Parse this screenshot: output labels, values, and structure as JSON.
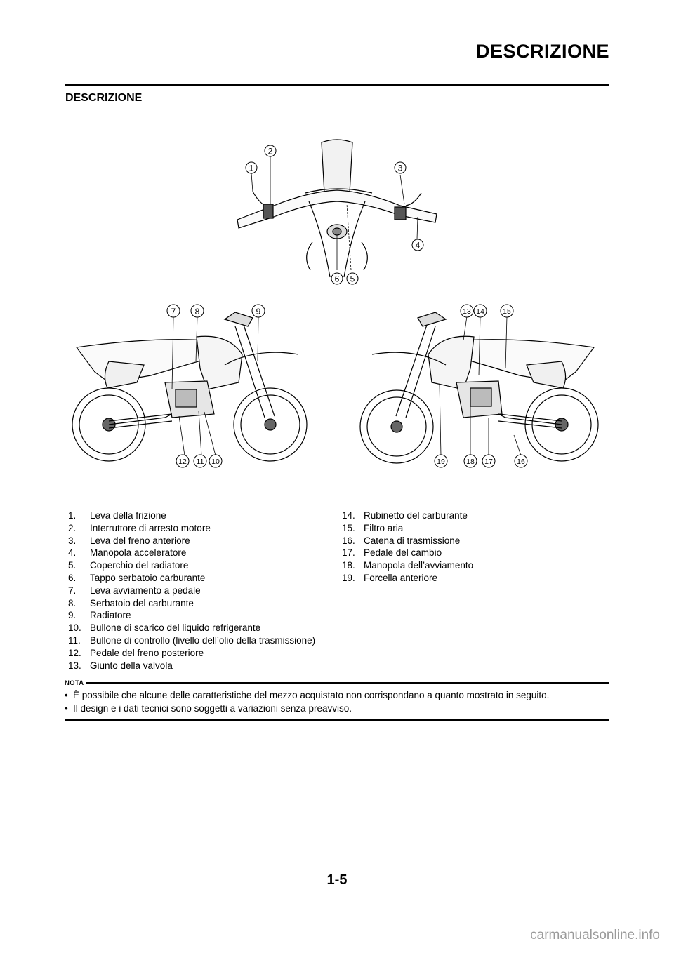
{
  "header": {
    "title": "DESCRIZIONE"
  },
  "section": {
    "title": "DESCRIZIONE"
  },
  "callouts": {
    "top": [
      "1",
      "2",
      "3",
      "4",
      "5",
      "6"
    ],
    "left": [
      "7",
      "8",
      "9",
      "10",
      "11",
      "12"
    ],
    "right": [
      "13",
      "14",
      "15",
      "16",
      "17",
      "18",
      "19"
    ]
  },
  "legend": {
    "left": [
      {
        "num": "1.",
        "label": "Leva della frizione"
      },
      {
        "num": "2.",
        "label": "Interruttore di arresto motore"
      },
      {
        "num": "3.",
        "label": "Leva del freno anteriore"
      },
      {
        "num": "4.",
        "label": "Manopola acceleratore"
      },
      {
        "num": "5.",
        "label": "Coperchio del radiatore"
      },
      {
        "num": "6.",
        "label": "Tappo serbatoio carburante"
      },
      {
        "num": "7.",
        "label": "Leva avviamento a pedale"
      },
      {
        "num": "8.",
        "label": "Serbatoio del carburante"
      },
      {
        "num": "9.",
        "label": "Radiatore"
      },
      {
        "num": "10.",
        "label": "Bullone di scarico del liquido refrigerante"
      },
      {
        "num": "11.",
        "label": "Bullone di controllo (livello dell’olio della trasmissione)"
      },
      {
        "num": "12.",
        "label": "Pedale del freno posteriore"
      },
      {
        "num": "13.",
        "label": "Giunto della valvola"
      }
    ],
    "right": [
      {
        "num": "14.",
        "label": "Rubinetto del carburante"
      },
      {
        "num": "15.",
        "label": "Filtro aria"
      },
      {
        "num": "16.",
        "label": "Catena di trasmissione"
      },
      {
        "num": "17.",
        "label": "Pedale del cambio"
      },
      {
        "num": "18.",
        "label": "Manopola dell’avviamento"
      },
      {
        "num": "19.",
        "label": "Forcella anteriore"
      }
    ]
  },
  "nota": {
    "label": "NOTA",
    "bullet": "•",
    "items": [
      "È possibile che alcune delle caratteristiche del mezzo acquistato non corrispondano a quanto mostrato in seguito.",
      "Il design e i dati tecnici sono soggetti a variazioni senza preavviso."
    ]
  },
  "page_number": "1-5",
  "watermark": "carmanualsonline.info"
}
